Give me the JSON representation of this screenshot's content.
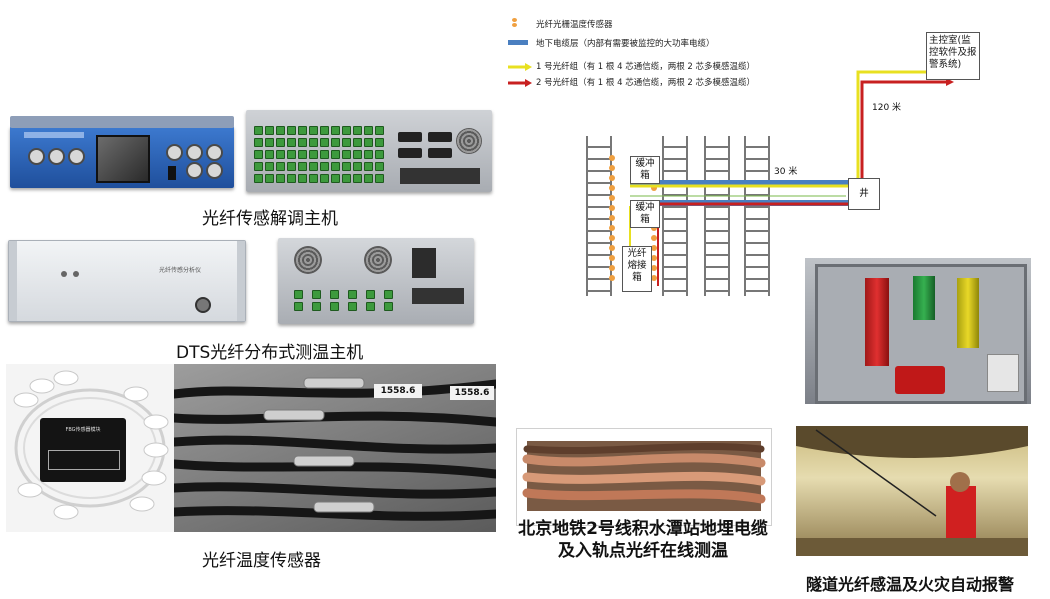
{
  "captions": {
    "demod_host": "光纤传感解调主机",
    "dts_host": "DTS光纤分布式测温主机",
    "fiber_sensor": "光纤温度传感器",
    "beijing_line2": "北京地铁2号线积水潭站地埋电缆及入轨点光纤在线测温",
    "tunnel_alarm": "隧道光纤感温及火灾自动报警"
  },
  "photo_text": {
    "dts_panel_label": "光纤传感分析仪",
    "sensor_label_1": "1558.6",
    "sensor_label_2": "1558.6",
    "sensor_box_label": "FBG传感器模块"
  },
  "legend": {
    "items": [
      {
        "symbol": "sensor-dots",
        "text": "光纤光栅温度传感器",
        "color": "#f0a040"
      },
      {
        "symbol": "cable-band",
        "text": "地下电缆层（内部有需要被监控的大功率电缆）",
        "color": "#4a7fc0"
      },
      {
        "symbol": "arrow",
        "text": "1 号光纤组（有 1 根 4 芯通信缆，两根 2 芯多模感温缆）",
        "color": "#e8e020"
      },
      {
        "symbol": "arrow",
        "text": "2 号光纤组（有 1 根 4 芯通信缆，两根 2 芯多模感温缆）",
        "color": "#c82020"
      }
    ]
  },
  "diagram": {
    "control_room": "主控室(监控软件及报警系统)",
    "distance_120": "120 米",
    "distance_30": "30 米",
    "buffer_box_1": "缓冲箱",
    "buffer_box_2": "缓冲箱",
    "splice_box": "光纤熔接箱",
    "manhole": "井"
  },
  "colors": {
    "group1": "#e8e020",
    "group2": "#c82020",
    "cable": "#4a7fc0",
    "sensor": "#f0a040",
    "panel_blue": "#2a63b8"
  }
}
